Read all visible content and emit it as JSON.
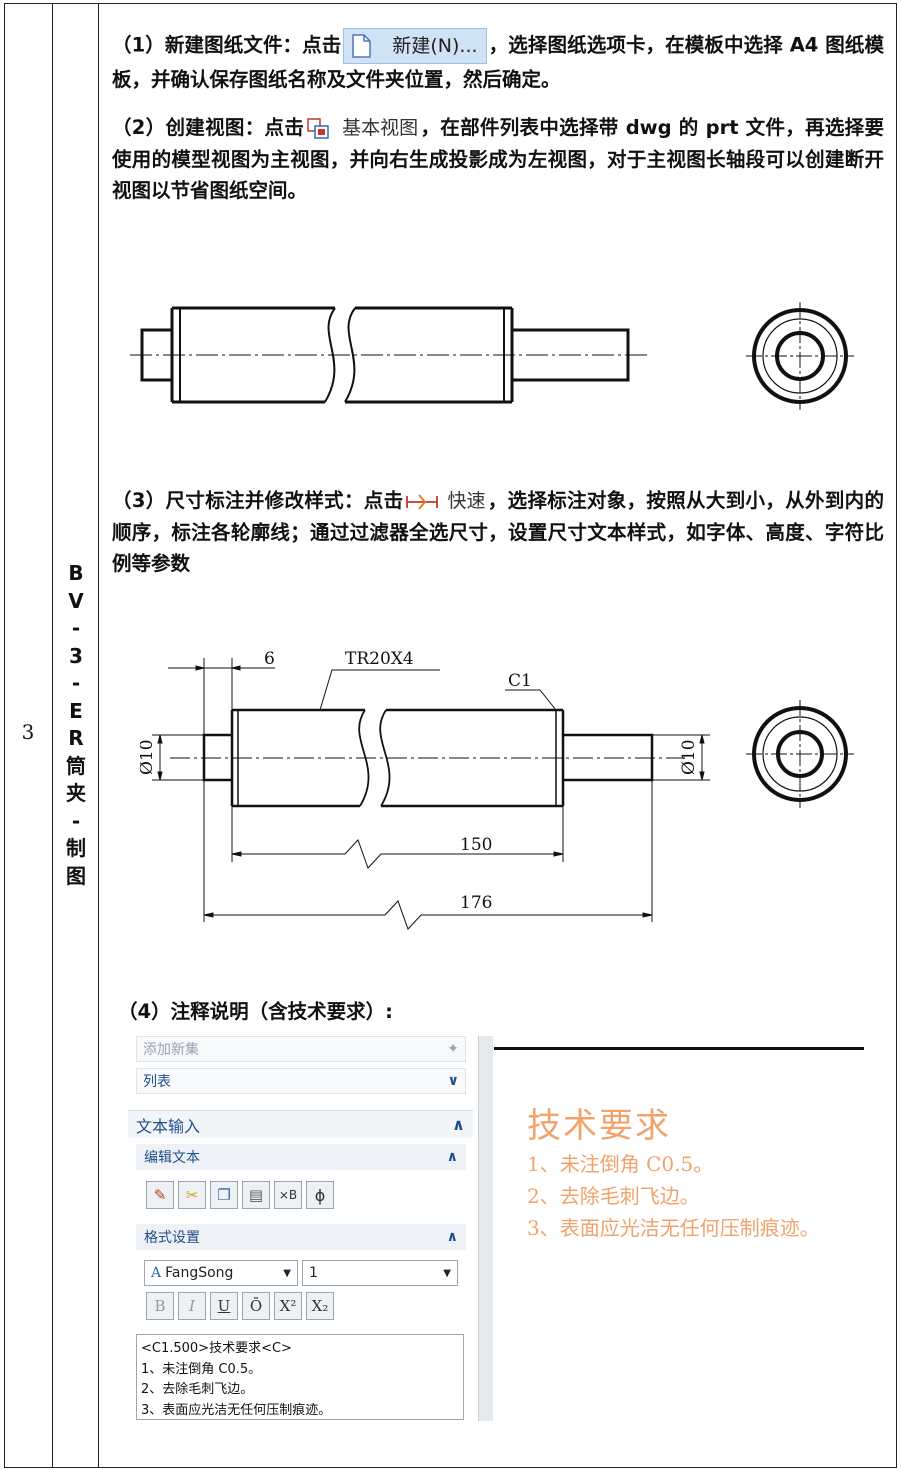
{
  "table": {
    "row_number": "3",
    "title_chars": [
      "B",
      "V",
      "-",
      "3",
      "-",
      "E",
      "R",
      "筒",
      "夹",
      "-",
      "制",
      "图"
    ]
  },
  "step1": {
    "prefix": "（1）新建图纸文件：点击",
    "button_label": "新建(N)...",
    "suffix": "，选择图纸选项卡，在模板中选择 A4 图纸模板，并确认保存图纸名称及文件夹位置，然后确定。"
  },
  "step2": {
    "prefix": "（2）创建视图：点击",
    "button_label": "基本视图",
    "suffix": "，在部件列表中选择带 dwg 的 prt 文件，再选择要使用的模型视图为主视图，并向右生成投影成为左视图，对于主视图长轴段可以创建断开视图以节省图纸空间。"
  },
  "step3": {
    "prefix": "（3）尺寸标注并修改样式：点击",
    "button_label": "快速",
    "suffix": "，选择标注对象，按照从大到小，从外到内的顺序，标注各轮廓线；通过过滤器全选尺寸，设置尺寸文本样式，如字体、高度、字符比例等参数"
  },
  "drawing2": {
    "dim_6": "6",
    "thread": "TR20X4",
    "chamfer": "C1",
    "dia_left": "Ø10",
    "dia_right": "Ø10",
    "len_150": "150",
    "len_176": "176"
  },
  "step4": {
    "heading": "（4）注释说明（含技术要求）:"
  },
  "panel": {
    "add_new_set": "添加新集",
    "list": "列表",
    "text_input": "文本输入",
    "edit_text": "编辑文本",
    "format_settings": "格式设置",
    "font_name": "FangSong",
    "font_size": "1",
    "format_buttons": [
      "B",
      "I",
      "U",
      "Ō",
      "X²",
      "X₂"
    ],
    "text_lines": [
      "<C1.500>技术要求<C>",
      "1、未注倒角 C0.5。",
      "2、去除毛刺飞边。",
      "3、表面应光洁无任何压制痕迹。"
    ]
  },
  "tech_requirements": {
    "title": "技术要求",
    "items": [
      "1、未注倒角 C0.5。",
      "2、去除毛刺飞边。",
      "3、表面应光洁无任何压制痕迹。"
    ],
    "color": "#f2a26b"
  }
}
